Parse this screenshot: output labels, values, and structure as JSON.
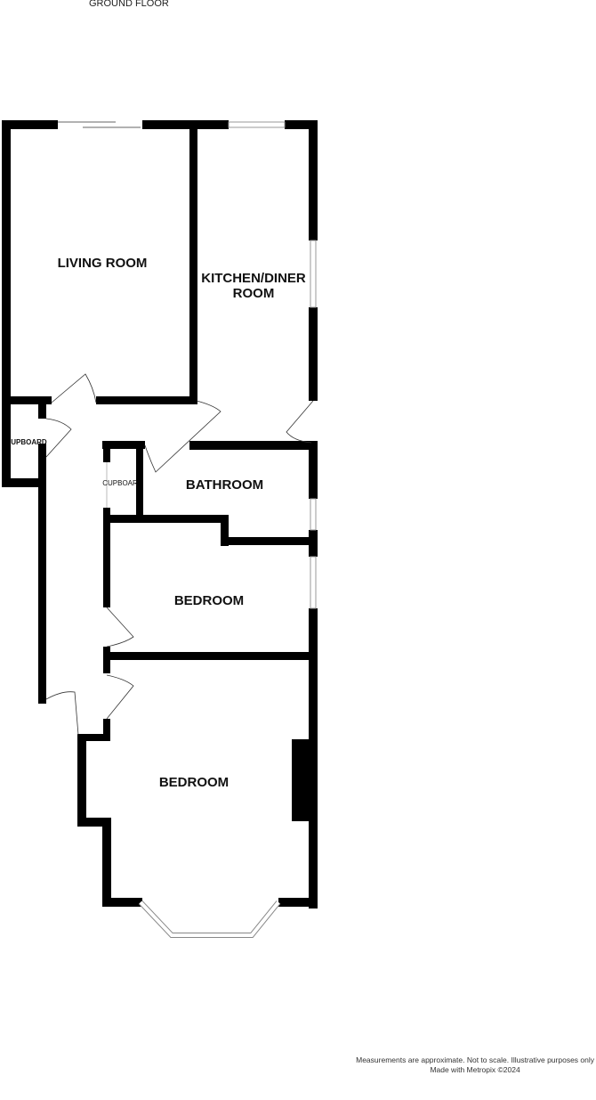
{
  "floor_title": "GROUND FLOOR",
  "rooms": {
    "living_room": "LIVING ROOM",
    "kitchen_line1": "KITCHEN/DINER",
    "kitchen_line2": "ROOM",
    "cupboard_left": "UPBOARD",
    "cupboard_mid": "CUPBOAR",
    "bathroom": "BATHROOM",
    "bedroom_1": "BEDROOM",
    "bedroom_2": "BEDROOM"
  },
  "footer": {
    "line1": "Measurements are approximate.  Not to scale.  Illustrative purposes only",
    "line2": "Made with Metropix ©2024"
  }
}
